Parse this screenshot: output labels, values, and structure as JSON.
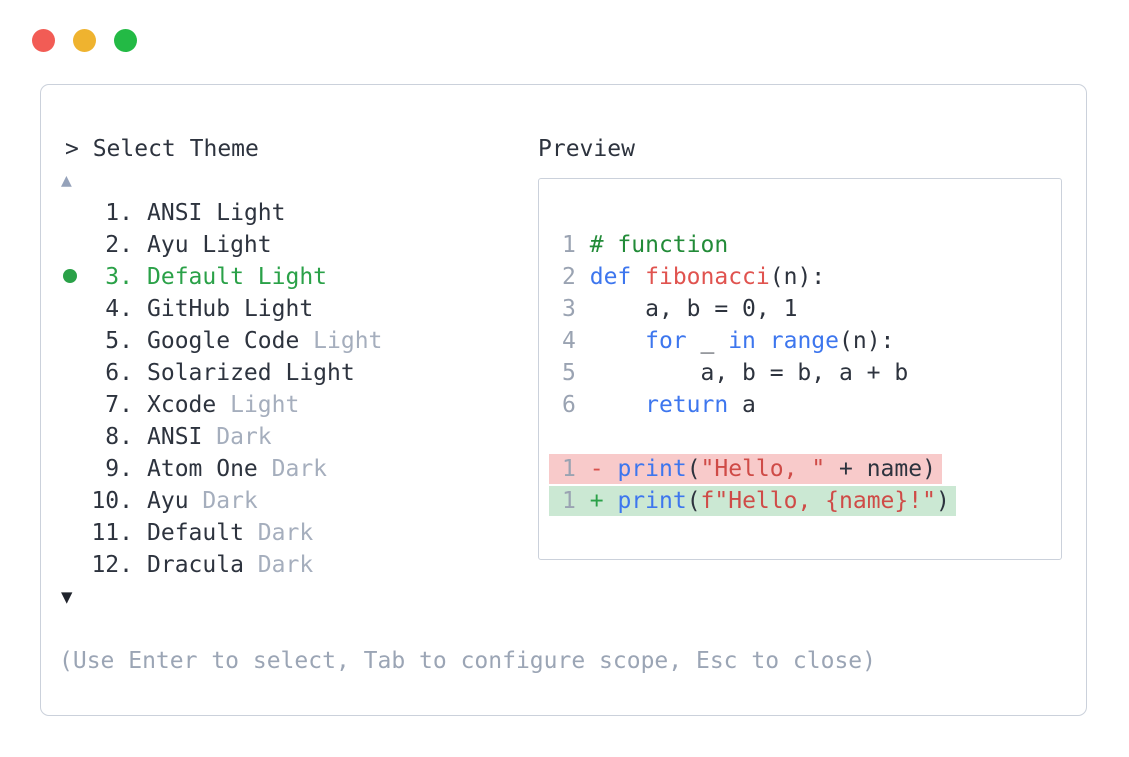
{
  "window": {
    "controls": [
      "close",
      "minimize",
      "maximize"
    ]
  },
  "panel": {
    "title_prompt": "> Select Theme",
    "scroll_up_icon": "▲",
    "scroll_down_icon": "▼",
    "help_text": "(Use Enter to select, Tab to configure scope, Esc to close)",
    "themes": [
      {
        "number": 1,
        "name": "ANSI",
        "variant": "Light",
        "variant_muted": false,
        "selected": false
      },
      {
        "number": 2,
        "name": "Ayu",
        "variant": "Light",
        "variant_muted": false,
        "selected": false
      },
      {
        "number": 3,
        "name": "Default",
        "variant": "Light",
        "variant_muted": false,
        "selected": true
      },
      {
        "number": 4,
        "name": "GitHub",
        "variant": "Light",
        "variant_muted": false,
        "selected": false
      },
      {
        "number": 5,
        "name": "Google Code",
        "variant": "Light",
        "variant_muted": true,
        "selected": false
      },
      {
        "number": 6,
        "name": "Solarized",
        "variant": "Light",
        "variant_muted": false,
        "selected": false
      },
      {
        "number": 7,
        "name": "Xcode",
        "variant": "Light",
        "variant_muted": true,
        "selected": false
      },
      {
        "number": 8,
        "name": "ANSI",
        "variant": "Dark",
        "variant_muted": true,
        "selected": false
      },
      {
        "number": 9,
        "name": "Atom One",
        "variant": "Dark",
        "variant_muted": true,
        "selected": false
      },
      {
        "number": 10,
        "name": "Ayu",
        "variant": "Dark",
        "variant_muted": true,
        "selected": false
      },
      {
        "number": 11,
        "name": "Default",
        "variant": "Dark",
        "variant_muted": true,
        "selected": false
      },
      {
        "number": 12,
        "name": "Dracula",
        "variant": "Dark",
        "variant_muted": true,
        "selected": false
      }
    ]
  },
  "preview": {
    "label": "Preview",
    "code_lines": [
      {
        "num": "1",
        "diff": null,
        "tokens": [
          {
            "t": "# function",
            "c": "comment"
          }
        ]
      },
      {
        "num": "2",
        "diff": null,
        "tokens": [
          {
            "t": "def",
            "c": "kw"
          },
          {
            "t": " ",
            "c": "plain"
          },
          {
            "t": "fibonacci",
            "c": "fn"
          },
          {
            "t": "(n):",
            "c": "plain"
          }
        ]
      },
      {
        "num": "3",
        "diff": null,
        "tokens": [
          {
            "t": "    a, b = 0, 1",
            "c": "plain"
          }
        ]
      },
      {
        "num": "4",
        "diff": null,
        "tokens": [
          {
            "t": "    ",
            "c": "plain"
          },
          {
            "t": "for",
            "c": "kw"
          },
          {
            "t": " _ ",
            "c": "plain"
          },
          {
            "t": "in",
            "c": "kw"
          },
          {
            "t": " ",
            "c": "plain"
          },
          {
            "t": "range",
            "c": "kw"
          },
          {
            "t": "(n):",
            "c": "plain"
          }
        ]
      },
      {
        "num": "5",
        "diff": null,
        "tokens": [
          {
            "t": "        a, b = b, a + b",
            "c": "plain"
          }
        ]
      },
      {
        "num": "6",
        "diff": null,
        "tokens": [
          {
            "t": "    ",
            "c": "plain"
          },
          {
            "t": "return",
            "c": "kw"
          },
          {
            "t": " a",
            "c": "plain"
          }
        ]
      },
      {
        "num": "",
        "diff": null,
        "tokens": []
      },
      {
        "num": "1",
        "diff": "removed",
        "tokens": [
          {
            "t": "-",
            "c": "diff-minus"
          },
          {
            "t": " ",
            "c": "plain"
          },
          {
            "t": "print",
            "c": "kw"
          },
          {
            "t": "(",
            "c": "plain"
          },
          {
            "t": "\"Hello, \"",
            "c": "str"
          },
          {
            "t": " + name)",
            "c": "plain"
          }
        ]
      },
      {
        "num": "1",
        "diff": "added",
        "tokens": [
          {
            "t": "+",
            "c": "diff-plus"
          },
          {
            "t": " ",
            "c": "plain"
          },
          {
            "t": "print",
            "c": "kw"
          },
          {
            "t": "(",
            "c": "plain"
          },
          {
            "t": "f\"Hello, {name}!\"",
            "c": "str"
          },
          {
            "t": ")",
            "c": "plain"
          }
        ]
      }
    ]
  },
  "colors": {
    "text_dark": "#2d333e",
    "muted_gray": "#a5aebd",
    "help_gray": "#9ba5b5",
    "line_number_gray": "#9aa3b2",
    "accent_green": "#2aa148",
    "comment_green": "#228b38",
    "keyword_blue": "#3d76ee",
    "function_red": "#e0534f",
    "string_red": "#cf4b47",
    "diff_removed_bg": "#f8caca",
    "diff_added_bg": "#cbe8d3",
    "border_gray": "#cbd1db",
    "traffic_red": "#f25c55",
    "traffic_yellow": "#efb32f",
    "traffic_green": "#23ba45"
  }
}
